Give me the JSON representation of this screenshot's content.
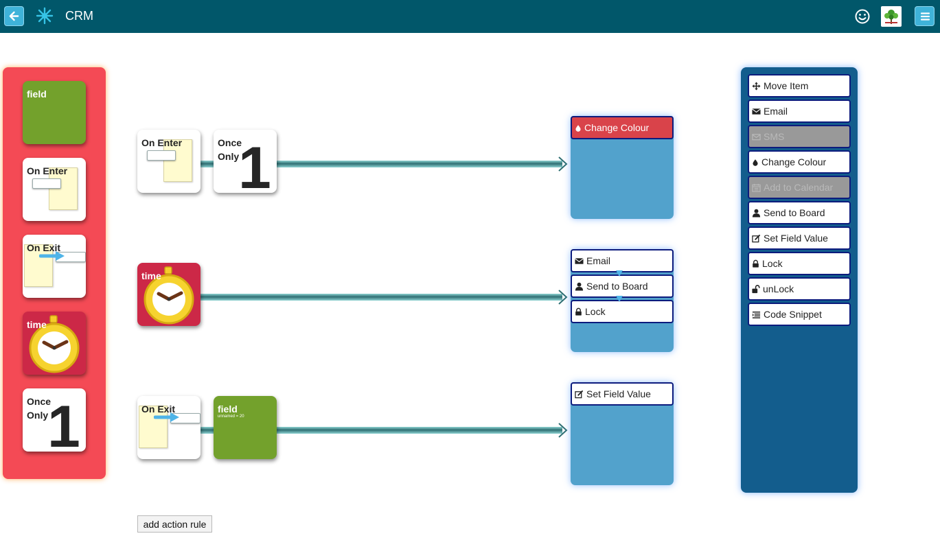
{
  "app": {
    "title": "CRM"
  },
  "palette": {
    "field_label": "field",
    "on_enter_label": "On Enter",
    "on_exit_label": "On Exit",
    "time_label": "time",
    "once_label_1": "Once",
    "once_label_2": "Only",
    "once_number": "1"
  },
  "rules": [
    {
      "trigger_label": "On Enter",
      "condition_label_1": "Once",
      "condition_label_2": "Only",
      "condition_number": "1",
      "actions": [
        "Change Colour"
      ]
    },
    {
      "trigger_label": "time",
      "actions": [
        "Email",
        "Send to Board",
        "Lock"
      ]
    },
    {
      "trigger_label": "On Exit",
      "condition_label": "field",
      "condition_sub": "unnamed = 20",
      "actions": [
        "Set Field Value"
      ]
    }
  ],
  "action_panel": {
    "items": [
      {
        "label": "Move Item",
        "icon": "move-icon",
        "enabled": true
      },
      {
        "label": "Email",
        "icon": "envelope-icon",
        "enabled": true
      },
      {
        "label": "SMS",
        "icon": "envelope-outline-icon",
        "enabled": false
      },
      {
        "label": "Change Colour",
        "icon": "droplet-icon",
        "enabled": true
      },
      {
        "label": "Add to Calendar",
        "icon": "calendar-icon",
        "enabled": false
      },
      {
        "label": "Send to Board",
        "icon": "user-icon",
        "enabled": true
      },
      {
        "label": "Set Field Value",
        "icon": "edit-icon",
        "enabled": true
      },
      {
        "label": "Lock",
        "icon": "lock-icon",
        "enabled": true
      },
      {
        "label": "unLock",
        "icon": "unlock-icon",
        "enabled": true
      },
      {
        "label": "Code Snippet",
        "icon": "list-icon",
        "enabled": true
      }
    ]
  },
  "add_rule_label": "add action rule",
  "colors": {
    "topbar": "#01576a",
    "palette": "#f44a55",
    "field_tile": "#73a12c",
    "time_tile": "#cc2847",
    "zone": "#52a2cc",
    "action_panel": "#135d8d",
    "item_border": "#0c1b7d",
    "change_colour_header": "#d9434a"
  }
}
